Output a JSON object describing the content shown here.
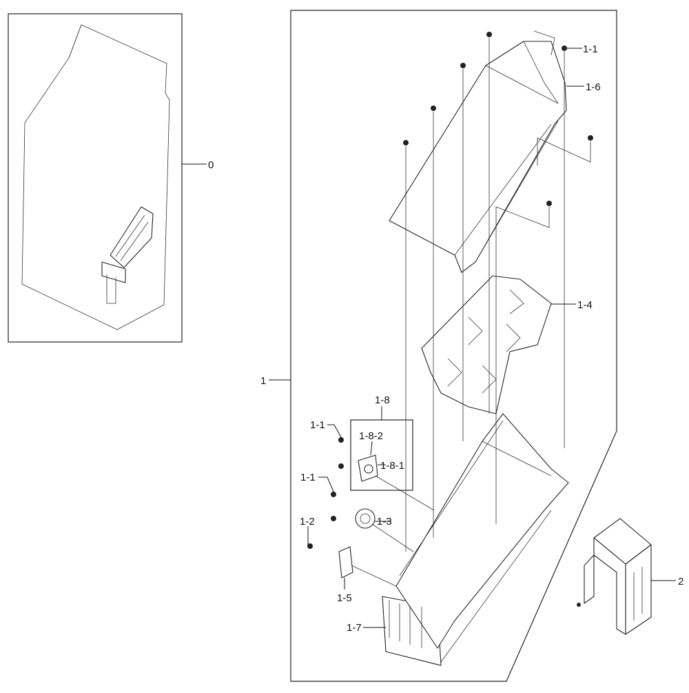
{
  "diagram": {
    "labels": {
      "assembly_0": "0",
      "assembly_1": "1",
      "assembly_2": "2",
      "part_1_1_top": "1-1",
      "part_1_1_left_a": "1-1",
      "part_1_1_left_b": "1-1",
      "part_1_2": "1-2",
      "part_1_3": "1-3",
      "part_1_4": "1-4",
      "part_1_5": "1-5",
      "part_1_6": "1-6",
      "part_1_7": "1-7",
      "part_1_8": "1-8",
      "part_1_8_1": "1-8-1",
      "part_1_8_2": "1-8-2"
    }
  }
}
